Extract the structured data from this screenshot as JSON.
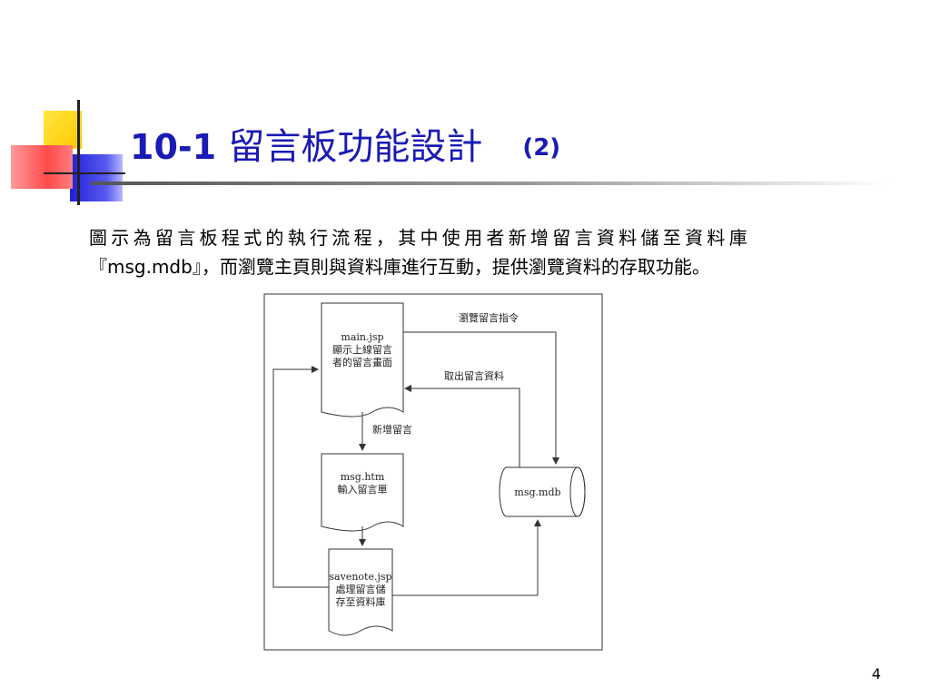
{
  "slide": {
    "title_num": "10-1",
    "title_text": "留言板功能設計",
    "title_suffix": "(2)",
    "body_line1": "圖示為留言板程式的執行流程，其中使用者新增留言資料儲至資料庫",
    "body_line2": "『msg.mdb』，而瀏覽主頁則與資料庫進行互動，提供瀏覽資料的存取功能。",
    "page_number": "4"
  },
  "diagram": {
    "nodes": {
      "main": [
        "main.jsp",
        "顯示上線留言",
        "者的留言畫面"
      ],
      "msg_htm": [
        "msg.htm",
        "輸入留言單"
      ],
      "savenote": [
        "savenote.jsp",
        "處理留言儲",
        "存至資料庫"
      ],
      "db": "msg.mdb"
    },
    "edges": {
      "browse": "瀏覽留言指令",
      "fetch": "取出留言資料",
      "add": "新增留言"
    }
  },
  "colors": {
    "title": "#1a1ab5",
    "accent_yellow": "#ffd400",
    "accent_blue": "#2b2be0",
    "accent_red": "#ff6060"
  }
}
